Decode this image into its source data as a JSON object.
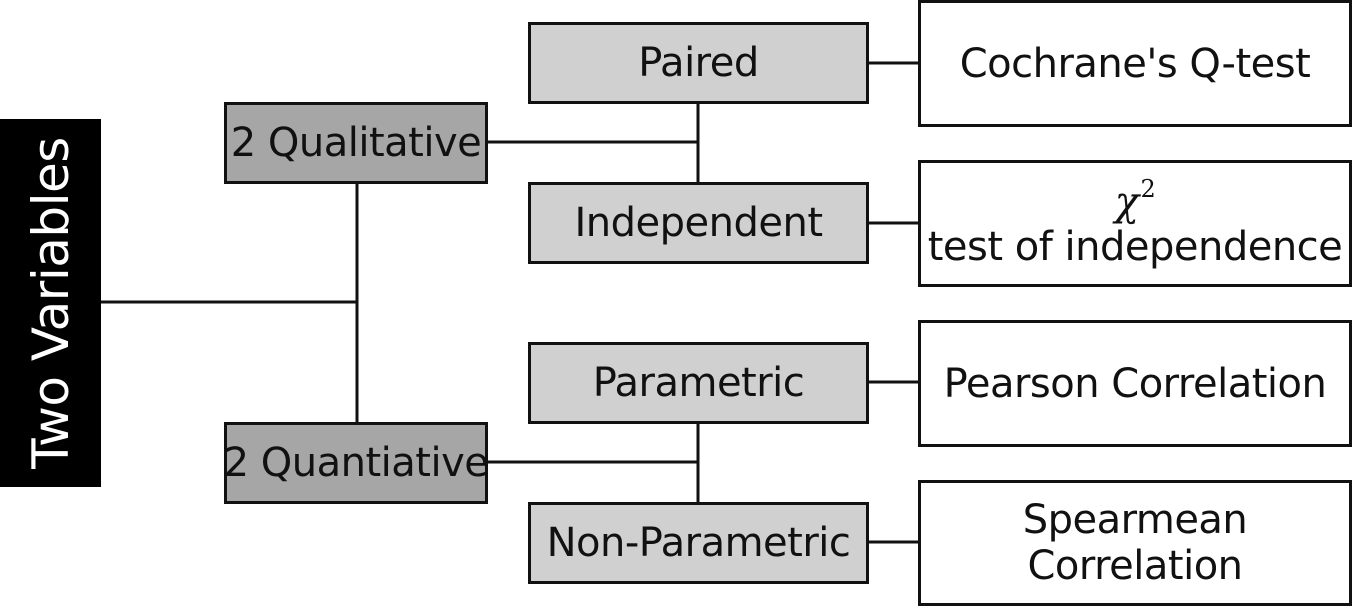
{
  "root": {
    "label": "Two Variables"
  },
  "qualitative": {
    "label": "2 Qualitative",
    "paired": {
      "label": "Paired",
      "test": "Cochrane's Q-test"
    },
    "independent": {
      "label": "Independent",
      "test_symbol": "χ",
      "test_symbol_exponent": "2",
      "test": "test of independence"
    }
  },
  "quantitative": {
    "label": "2 Quantiative",
    "parametric": {
      "label": "Parametric",
      "test": "Pearson Correlation"
    },
    "nonparametric": {
      "label": "Non-Parametric",
      "test_line1": "Spearmean",
      "test_line2": "Correlation"
    }
  },
  "colors": {
    "root_fill": "#000000",
    "level1_fill": "#a6a6a6",
    "level2_fill": "#d0d0d0",
    "leaf_fill": "#ffffff",
    "line": "#111111"
  }
}
